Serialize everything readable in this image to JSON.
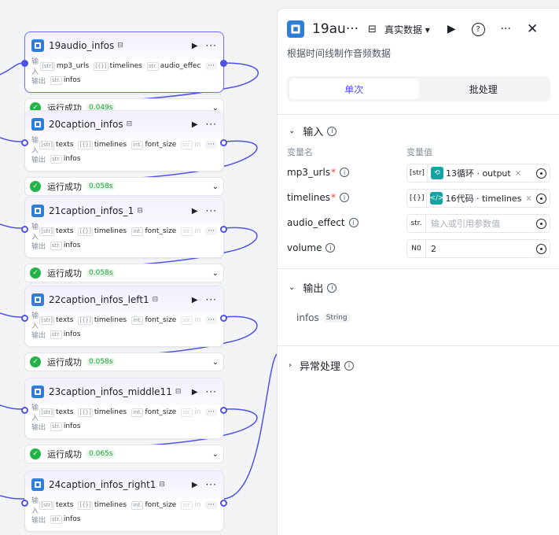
{
  "nodes": [
    {
      "title": "19audio_infos",
      "input_label": "输入",
      "output_label": "输出",
      "inputs": [
        {
          "type": "[str]",
          "name": "mp3_urls"
        },
        {
          "type": "[{}]",
          "name": "timelines"
        },
        {
          "type": "str.",
          "name": "audio_effec"
        }
      ],
      "output": {
        "type": "str.",
        "name": "infos"
      },
      "status": "运行成功",
      "time": "0.049s"
    },
    {
      "title": "20caption_infos",
      "input_label": "输入",
      "output_label": "输出",
      "inputs": [
        {
          "type": "[str]",
          "name": "texts"
        },
        {
          "type": "[{}]",
          "name": "timelines"
        },
        {
          "type": "int.",
          "name": "font_size"
        },
        {
          "type": "str.",
          "name": "in"
        }
      ],
      "output": {
        "type": "str.",
        "name": "infos"
      },
      "status": "运行成功",
      "time": "0.058s"
    },
    {
      "title": "21caption_infos_1",
      "input_label": "输入",
      "output_label": "输出",
      "inputs": [
        {
          "type": "[str]",
          "name": "texts"
        },
        {
          "type": "[{}]",
          "name": "timelines"
        },
        {
          "type": "int.",
          "name": "font_size"
        },
        {
          "type": "str.",
          "name": "in"
        }
      ],
      "output": {
        "type": "str.",
        "name": "infos"
      },
      "status": "运行成功",
      "time": "0.058s"
    },
    {
      "title": "22caption_infos_left1",
      "input_label": "输入",
      "output_label": "输出",
      "inputs": [
        {
          "type": "[str]",
          "name": "texts"
        },
        {
          "type": "[{}]",
          "name": "timelines"
        },
        {
          "type": "int.",
          "name": "font_size"
        },
        {
          "type": "str.",
          "name": "in"
        }
      ],
      "output": {
        "type": "str.",
        "name": "infos"
      },
      "status": "运行成功",
      "time": "0.058s"
    },
    {
      "title": "23caption_infos_middle11",
      "input_label": "输入",
      "output_label": "输出",
      "inputs": [
        {
          "type": "[str]",
          "name": "texts"
        },
        {
          "type": "[{}]",
          "name": "timelines"
        },
        {
          "type": "int.",
          "name": "font_size"
        },
        {
          "type": "str.",
          "name": "in"
        }
      ],
      "output": {
        "type": "str.",
        "name": "infos"
      },
      "status": "运行成功",
      "time": "0.065s"
    },
    {
      "title": "24caption_infos_right1",
      "input_label": "输入",
      "output_label": "输出",
      "inputs": [
        {
          "type": "[str]",
          "name": "texts"
        },
        {
          "type": "[{}]",
          "name": "timelines"
        },
        {
          "type": "int.",
          "name": "font_size"
        },
        {
          "type": "str.",
          "name": "in"
        }
      ],
      "output": {
        "type": "str.",
        "name": "infos"
      }
    }
  ],
  "panel": {
    "title": "19au···",
    "data_select": "真实数据",
    "description": "根据时间线制作音频数据",
    "tabs": {
      "single": "单次",
      "batch": "批处理"
    },
    "input_section": "输入",
    "col_name": "变量名",
    "col_value": "变量值",
    "params": [
      {
        "name": "mp3_urls",
        "type": "[str]",
        "ref_icon": "loop-icon",
        "ref_text": "13循环 · output"
      },
      {
        "name": "timelines",
        "type": "[{}]",
        "ref_icon": "code-icon",
        "ref_text": "16代码 · timelines"
      },
      {
        "name": "audio_effect",
        "type": "str.",
        "placeholder": "输入或引用参数值"
      },
      {
        "name": "volume",
        "type": "N0",
        "value": "2"
      }
    ],
    "output_section": "输出",
    "output": {
      "name": "infos",
      "type": "String"
    },
    "exception_section": "异常处理"
  },
  "colors": {
    "accent": "#4d53e8",
    "success": "#21b346",
    "node_icon": "#2f7fd6",
    "ref_chip": "#14a3a3"
  }
}
